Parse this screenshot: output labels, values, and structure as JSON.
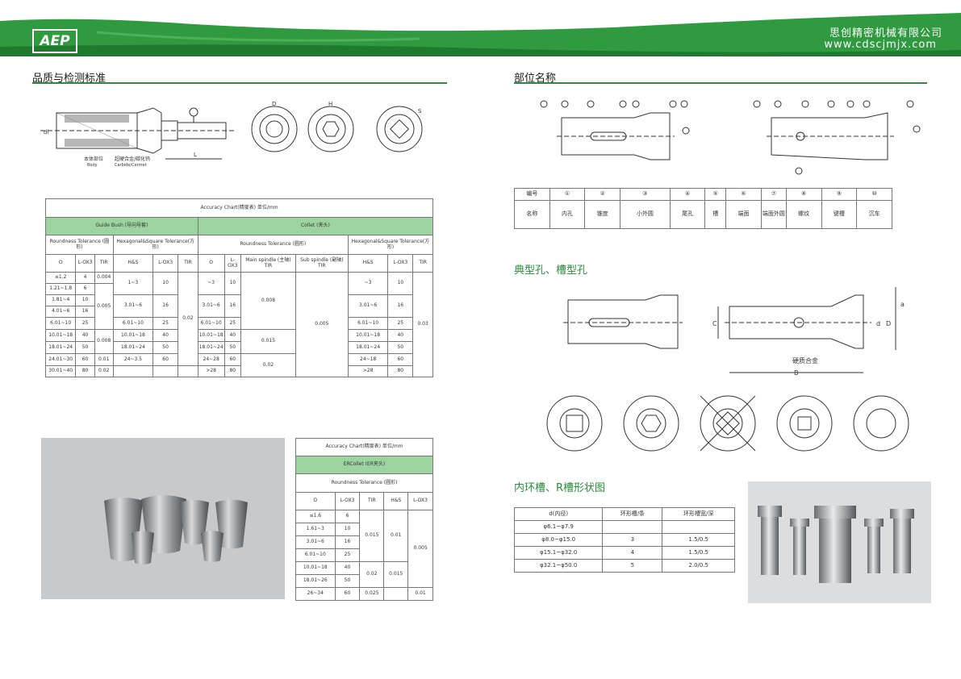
{
  "header": {
    "company": "思创精密机械有限公司",
    "website": "www.cdscjmjx.com",
    "logo_text": "AEP",
    "colors": {
      "green": "#2f9a3f",
      "dark_green": "#1f7a2e",
      "band": "#9dd39f"
    }
  },
  "left": {
    "title": "品质与检测标准",
    "drawing_labels": {
      "dl": "dl",
      "body": "本体部位",
      "body_en": "Body",
      "carbide": "超硬合金/碳化钨",
      "carbide_en": "Carbide/Cermet",
      "L": "L",
      "D": "D",
      "H": "H",
      "S": "S"
    },
    "table1": {
      "title": "Accuracy Chart(精度表) 单位/mm",
      "group1": "Guide Bush (导向导套)",
      "group2": "Collet (夹头)",
      "sub": [
        "Roundness Tolerance (圆形)",
        "Hexagonal&Square Tolerance(方形)",
        "Roundness Tolerance (圆形)",
        "Hexagonal&Square Tolerance(方形)"
      ],
      "cols": [
        "O",
        "L-OX3",
        "TIR",
        "H&S",
        "L-OX3",
        "TIR",
        "O",
        "L-OX3",
        "Main spindle (主轴) TIR",
        "Sub spindle (副轴) TIR",
        "H&S",
        "L-OX3",
        "TIR"
      ],
      "gb_o": [
        "≤1.2",
        "1.21~1.8",
        "1.81~4",
        "4.01~6",
        "6.01~10",
        "10.01~18",
        "18.01~24",
        "24.01~30",
        "30.01~40"
      ],
      "gb_l": [
        "4",
        "6",
        "10",
        "16",
        "25",
        "40",
        "50",
        "60",
        "80"
      ],
      "gb_tir": [
        "0.004",
        "0.005",
        "0.008",
        "0.01",
        "0.02"
      ],
      "gb_hs": [
        "1~3",
        "3.01~6",
        "6.01~10",
        "10.01~18",
        "18.01~24",
        "24~3.5"
      ],
      "gb_hs_l": [
        "10",
        "16",
        "25",
        "40",
        "50",
        "60"
      ],
      "gb_hs_tir": "0.02",
      "c_o": [
        "~3",
        "3.01~6",
        "6.01~10",
        "10.01~18",
        "18.01~24",
        "24~28",
        ">28"
      ],
      "c_l": [
        "10",
        "16",
        "25",
        "40",
        "50",
        "60",
        "80"
      ],
      "c_main": [
        "0.008",
        "0.015",
        "0.02"
      ],
      "c_sub": "0.005",
      "c_hs": [
        "~3",
        "3.01~6",
        "6.01~10",
        "10.01~18",
        "18.01~24",
        "24~18",
        ">28"
      ],
      "c_hs_l": [
        "10",
        "16",
        "25",
        "40",
        "50",
        "60",
        "80"
      ],
      "c_hs_tir": "0.03"
    },
    "table2": {
      "title": "Accuracy Chart(精度表) 单位/mm",
      "group": "ERCollet (ER夹头)",
      "sub": "Roundness Tolerance (圆形)",
      "cols": [
        "O",
        "L-OX3",
        "TIR",
        "H&S",
        "L-OX3"
      ],
      "o": [
        "≤1.6",
        "1.61~3",
        "3.01~6",
        "6.01~10",
        "10.01~18",
        "18.01~26",
        "26~34"
      ],
      "l": [
        "6",
        "10",
        "16",
        "25",
        "40",
        "50",
        "60"
      ],
      "tir": [
        "0.015",
        "0.02",
        "0.025"
      ],
      "hs": [
        "0.01",
        "0.015"
      ],
      "l2": [
        "0.005",
        "0.01"
      ]
    }
  },
  "right": {
    "title1": "部位名称",
    "title2": "典型孔、槽型孔",
    "title3": "内环槽、R槽形状图",
    "parts": {
      "head_label": "编号",
      "name_label": "名称",
      "numbers": [
        "①",
        "②",
        "③",
        "④",
        "⑤",
        "⑥",
        "⑦",
        "⑧",
        "⑨",
        "⑩"
      ],
      "names": [
        "内孔",
        "锥度",
        "小外圆",
        "尾孔",
        "槽",
        "端面",
        "端面外圆",
        "螺纹",
        "键槽",
        "沉车"
      ]
    },
    "hole_labels": {
      "carbide": "硬质合金",
      "B": "B",
      "C": "C",
      "D": "D",
      "d": "d",
      "a": "a"
    },
    "groove": {
      "cols": [
        "d(内径)",
        "环形槽/条",
        "环形槽宽/深"
      ],
      "rows": [
        [
          "φ6.1~φ7.9",
          "",
          ""
        ],
        [
          "φ8.0~φ15.0",
          "3",
          "1.5/0.5"
        ],
        [
          "φ15.1~φ32.0",
          "4",
          "1.5/0.5"
        ],
        [
          "φ32.1~φ50.0",
          "5",
          "2.0/0.5"
        ]
      ]
    }
  }
}
